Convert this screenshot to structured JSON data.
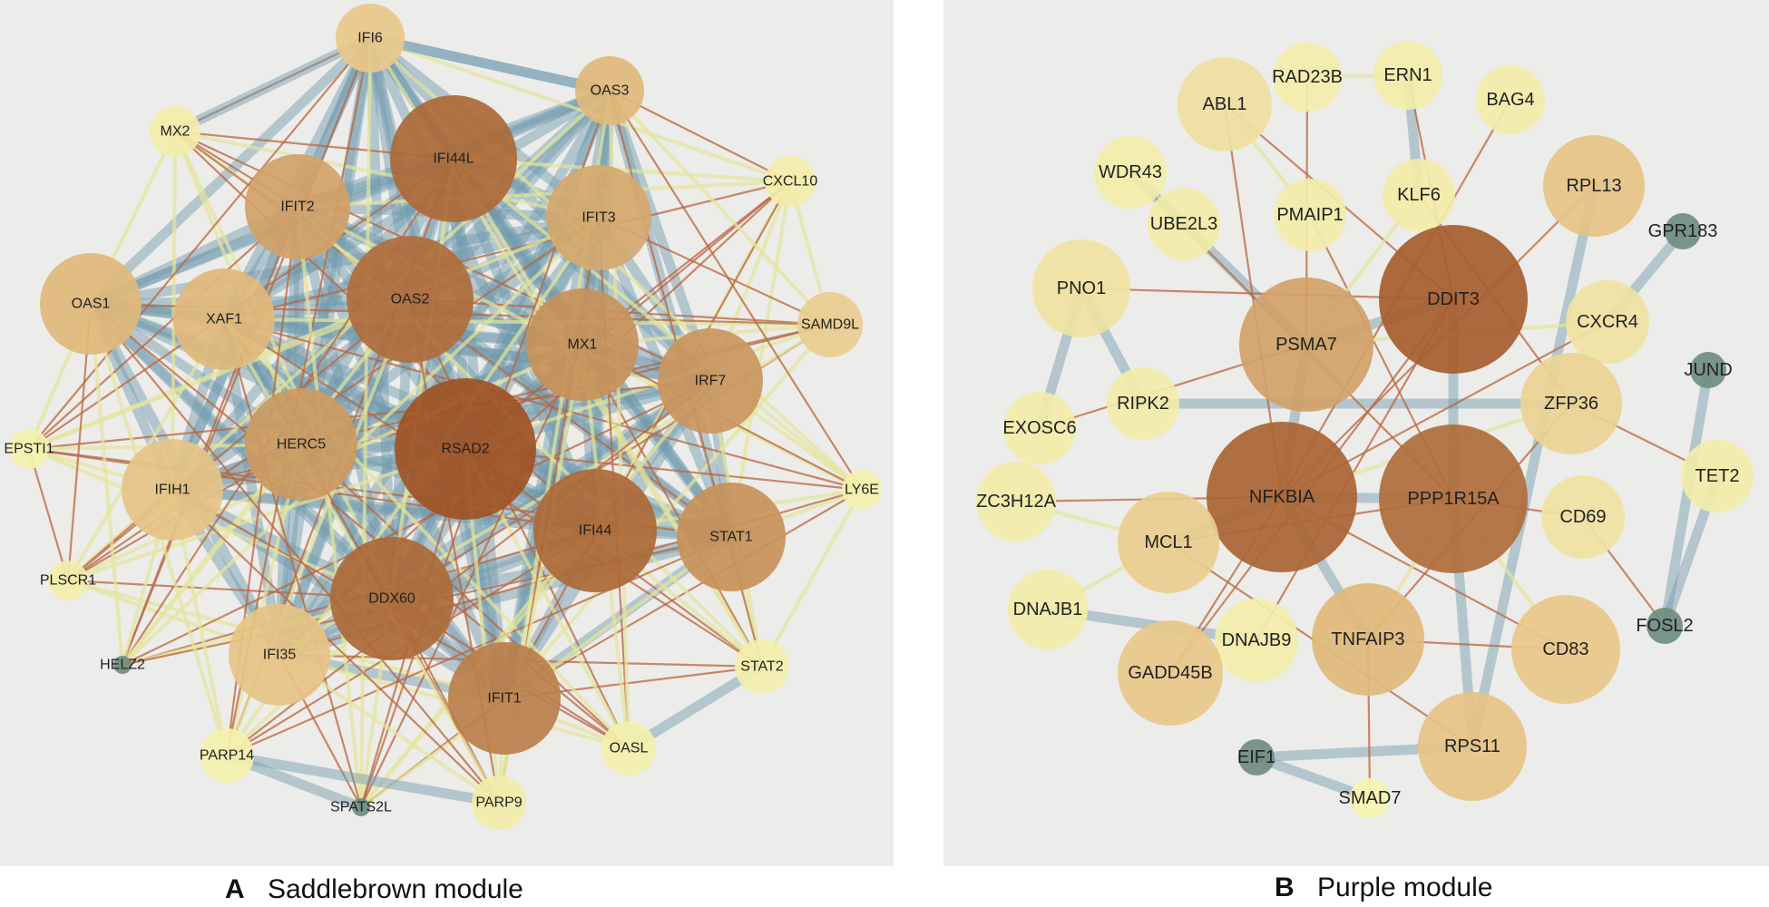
{
  "panels": [
    {
      "letter": "A",
      "caption": "Saddlebrown module",
      "nodes": [
        {
          "label": "IFI6",
          "level": 0.45
        },
        {
          "label": "OAS3",
          "level": 0.55
        },
        {
          "label": "MX2",
          "level": 0.1
        },
        {
          "label": "IFI44L",
          "level": 0.9
        },
        {
          "label": "IFIT2",
          "level": 0.65
        },
        {
          "label": "IFIT3",
          "level": 0.62
        },
        {
          "label": "CXCL10",
          "level": 0.1
        },
        {
          "label": "OAS1",
          "level": 0.55
        },
        {
          "label": "XAF1",
          "level": 0.55
        },
        {
          "label": "OAS2",
          "level": 0.88
        },
        {
          "label": "MX1",
          "level": 0.72
        },
        {
          "label": "SAMD9L",
          "level": 0.4
        },
        {
          "label": "IRF7",
          "level": 0.7
        },
        {
          "label": "RSAD2",
          "level": 1.0
        },
        {
          "label": "HERC5",
          "level": 0.68
        },
        {
          "label": "EPSTI1",
          "level": 0.05
        },
        {
          "label": "IFIH1",
          "level": 0.5
        },
        {
          "label": "LY6E",
          "level": 0.05
        },
        {
          "label": "IFI44",
          "level": 0.9
        },
        {
          "label": "STAT1",
          "level": 0.72
        },
        {
          "label": "PLSCR1",
          "level": 0.1
        },
        {
          "label": "DDX60",
          "level": 0.9
        },
        {
          "label": "IFI35",
          "level": 0.5
        },
        {
          "label": "HELZ2",
          "level": 0.0
        },
        {
          "label": "STAT2",
          "level": 0.08
        },
        {
          "label": "IFIT1",
          "level": 0.8
        },
        {
          "label": "OASL",
          "level": 0.08
        },
        {
          "label": "PARP14",
          "level": 0.05
        },
        {
          "label": "SPATS2L",
          "level": 0.0
        },
        {
          "label": "PARP9",
          "level": 0.12
        }
      ]
    },
    {
      "letter": "B",
      "caption": "Purple module",
      "nodes": [
        {
          "label": "RAD23B",
          "level": 0.1
        },
        {
          "label": "ERN1",
          "level": 0.1
        },
        {
          "label": "ABL1",
          "level": 0.22
        },
        {
          "label": "BAG4",
          "level": 0.12
        },
        {
          "label": "WDR43",
          "level": 0.1
        },
        {
          "label": "KLF6",
          "level": 0.12
        },
        {
          "label": "RPL13",
          "level": 0.5
        },
        {
          "label": "PMAIP1",
          "level": 0.12
        },
        {
          "label": "UBE2L3",
          "level": 0.12
        },
        {
          "label": "GPR183",
          "level": 0.0
        },
        {
          "label": "PNO1",
          "level": 0.2
        },
        {
          "label": "DDIT3",
          "level": 0.95
        },
        {
          "label": "PSMA7",
          "level": 0.65
        },
        {
          "label": "CXCR4",
          "level": 0.2
        },
        {
          "label": "JUND",
          "level": 0.0
        },
        {
          "label": "RIPK2",
          "level": 0.12
        },
        {
          "label": "ZFP36",
          "level": 0.35
        },
        {
          "label": "EXOSC6",
          "level": 0.12
        },
        {
          "label": "TET2",
          "level": 0.12
        },
        {
          "label": "ZC3H12A",
          "level": 0.12
        },
        {
          "label": "NFKBIA",
          "level": 0.92
        },
        {
          "label": "PPP1R15A",
          "level": 0.88
        },
        {
          "label": "MCL1",
          "level": 0.4
        },
        {
          "label": "CD69",
          "level": 0.2
        },
        {
          "label": "DNAJB1",
          "level": 0.12
        },
        {
          "label": "DNAJB9",
          "level": 0.1
        },
        {
          "label": "TNFAIP3",
          "level": 0.55
        },
        {
          "label": "CD83",
          "level": 0.45
        },
        {
          "label": "FOSL2",
          "level": 0.0
        },
        {
          "label": "GADD45B",
          "level": 0.45
        },
        {
          "label": "RPS11",
          "level": 0.5
        },
        {
          "label": "EIF1",
          "level": 0.0
        },
        {
          "label": "SMAD7",
          "level": 0.02
        }
      ]
    }
  ],
  "colors": {
    "background": "#ececea",
    "node_low": "#f6f7b3",
    "node_mid": "#e6c385",
    "node_high": "#9f5224",
    "node_hub_dark": "#6f8d80",
    "edge_blue": "#6e98ae",
    "edge_brown": "#b9663e",
    "edge_yellow": "#e4e59a"
  }
}
